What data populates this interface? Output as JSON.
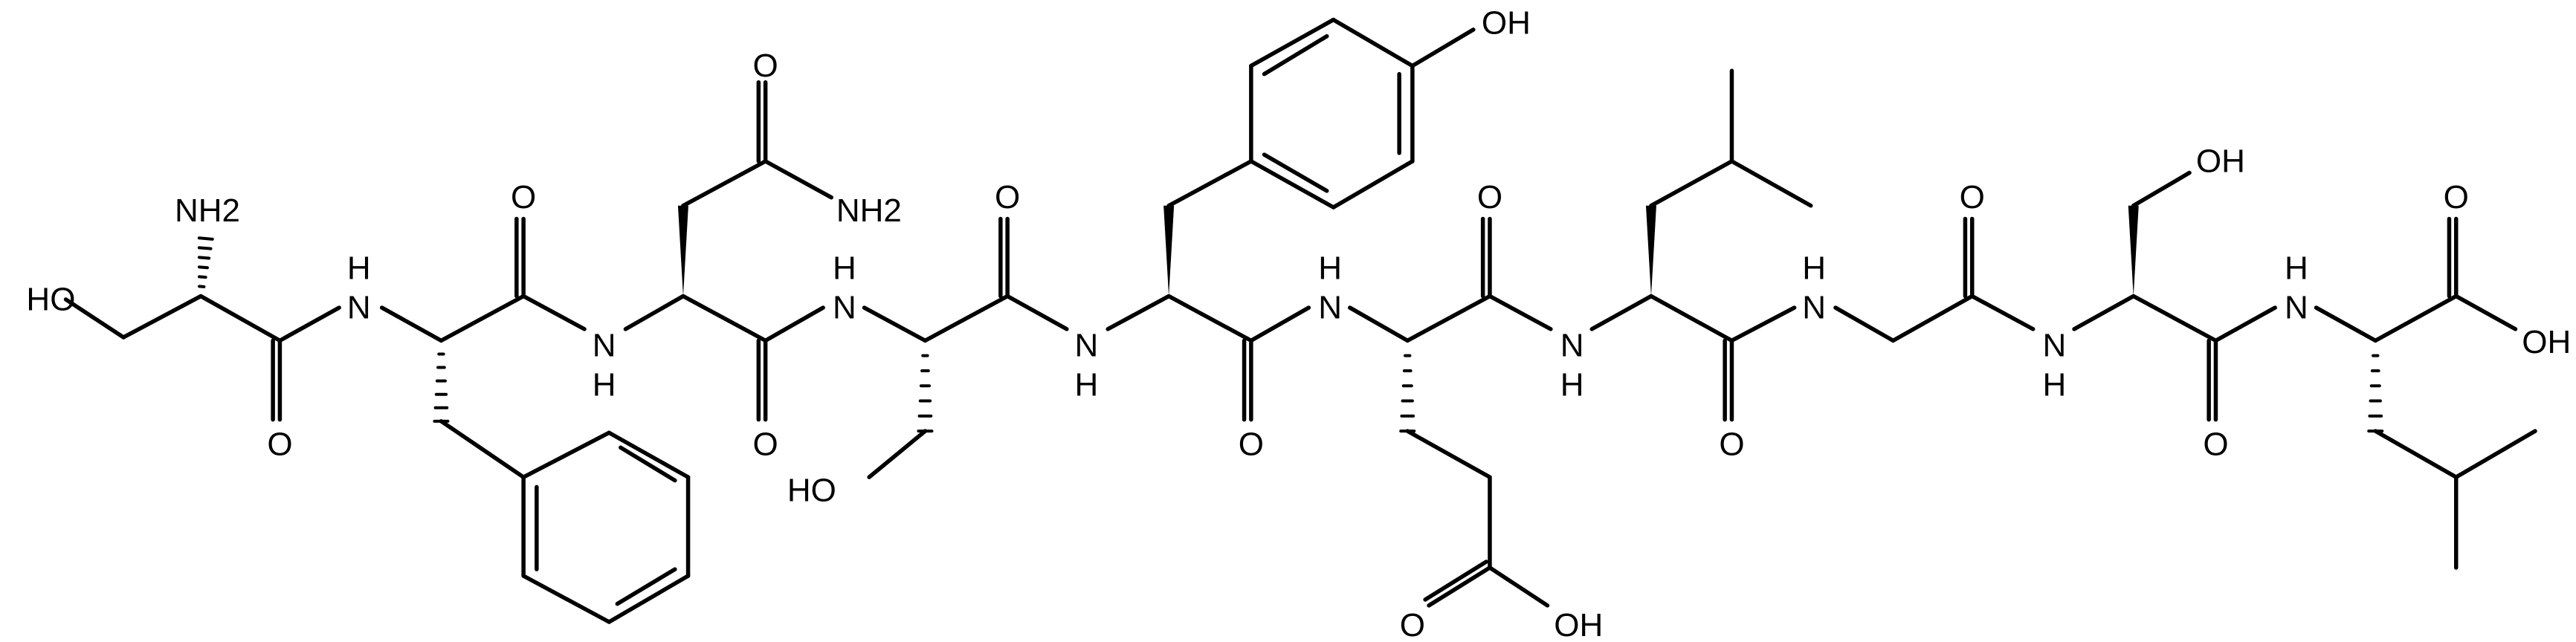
{
  "structure": {
    "kind": "skeletal formula",
    "atom_labels": {
      "ser1_nh2": "NH2",
      "ser1_oh": "HO",
      "ser1_o": "O",
      "phe_nh": "H",
      "phe_n": "N",
      "phe_o": "O",
      "asn_nh": "N",
      "asn_h": "H",
      "asn_side_o": "O",
      "asn_side_nh2": "NH2",
      "asn_o": "O",
      "ser4_nh": "N",
      "ser4_h": "H",
      "ser4_oh": "HO",
      "ser4_o": "O",
      "tyr_nh": "N",
      "tyr_h": "H",
      "tyr_oh": "OH",
      "tyr_o": "O",
      "glu_nh": "N",
      "glu_h": "H",
      "glu_side_o": "O",
      "glu_side_oh": "OH",
      "glu_o": "O",
      "leu7_nh": "N",
      "leu7_h": "H",
      "leu7_o": "O",
      "gly_nh": "N",
      "gly_h": "H",
      "gly_o": "O",
      "ser9_nh": "N",
      "ser9_h": "H",
      "ser9_oh": "OH",
      "ser9_o": "O",
      "leu10_nh": "N",
      "leu10_h": "H",
      "leu10_o": "O",
      "leu10_oh": "OH"
    }
  }
}
